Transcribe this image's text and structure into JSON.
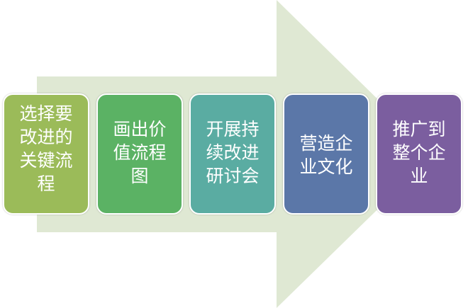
{
  "steps": [
    {
      "label": "选择要改进的关键流程",
      "color": "#9bbb59"
    },
    {
      "label": "画出价值流程图",
      "color": "#5bb264"
    },
    {
      "label": "开展持续改进研讨会",
      "color": "#5aaca2"
    },
    {
      "label": "营造企业文化",
      "color": "#5b77a8"
    },
    {
      "label": "推广到整个企业",
      "color": "#7b5e9f"
    }
  ],
  "arrow_color": "#dfe8d3"
}
